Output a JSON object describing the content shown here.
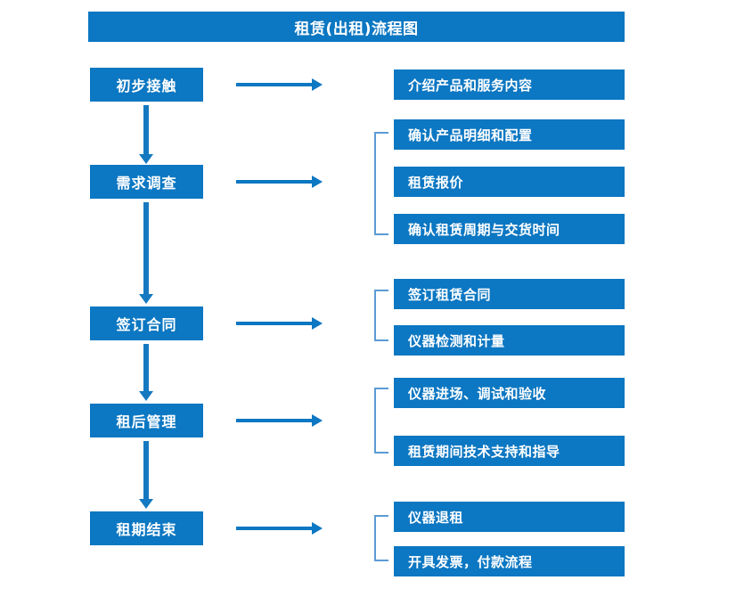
{
  "diagram": {
    "title": "租赁(出租)流程图",
    "accent_color": "#0c77c2",
    "bracket_color": "#5b9bd5",
    "text_color": "#ffffff",
    "background_color": "#ffffff"
  },
  "stages": [
    {
      "label": "初步接触"
    },
    {
      "label": "需求调查"
    },
    {
      "label": "签订合同"
    },
    {
      "label": "租后管理"
    },
    {
      "label": "租期结束"
    }
  ],
  "details": [
    {
      "label": "介绍产品和服务内容"
    },
    {
      "label": "确认产品明细和配置"
    },
    {
      "label": "租赁报价"
    },
    {
      "label": "确认租赁周期与交货时间"
    },
    {
      "label": "签订租赁合同"
    },
    {
      "label": "仪器检测和计量"
    },
    {
      "label": "仪器进场、调试和验收"
    },
    {
      "label": "租赁期间技术支持和指导"
    },
    {
      "label": "仪器退租"
    },
    {
      "label": "开具发票，付款流程"
    }
  ],
  "connectors": {
    "horizontal_arrow_icon": "arrow-right-icon",
    "vertical_arrow_icon": "arrow-down-icon",
    "bracket_icon": "group-bracket-icon"
  }
}
